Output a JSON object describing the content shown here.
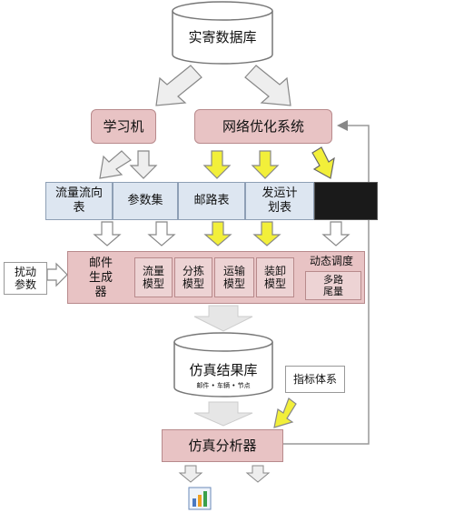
{
  "colors": {
    "pink": "#e8c3c4",
    "blue": "#dde6f1",
    "yellow_arrow": "#f2ef3a",
    "gray_arrow": "#dcdcdc",
    "dark": "#111111"
  },
  "db_top": {
    "label": "实寄数据库"
  },
  "learning": {
    "label": "学习机"
  },
  "network_opt": {
    "label": "网络优化系统"
  },
  "tables": [
    {
      "label": "流量流向表"
    },
    {
      "label": "参数集"
    },
    {
      "label": "邮路表"
    },
    {
      "label": "发运计划表"
    }
  ],
  "disturb": {
    "label": "扰动参数"
  },
  "generator": {
    "label": "邮件生成器"
  },
  "models": [
    {
      "label": "流量模型"
    },
    {
      "label": "分拣模型"
    },
    {
      "label": "运输模型"
    },
    {
      "label": "装卸模型"
    }
  ],
  "dynamic": {
    "label": "动态调度",
    "sub": "多路尾量"
  },
  "sim_db": {
    "label": "仿真结果库",
    "sub": "邮件 • 车辆 • 节点"
  },
  "indicator": {
    "label": "指标体系"
  },
  "analyzer": {
    "label": "仿真分析器"
  }
}
